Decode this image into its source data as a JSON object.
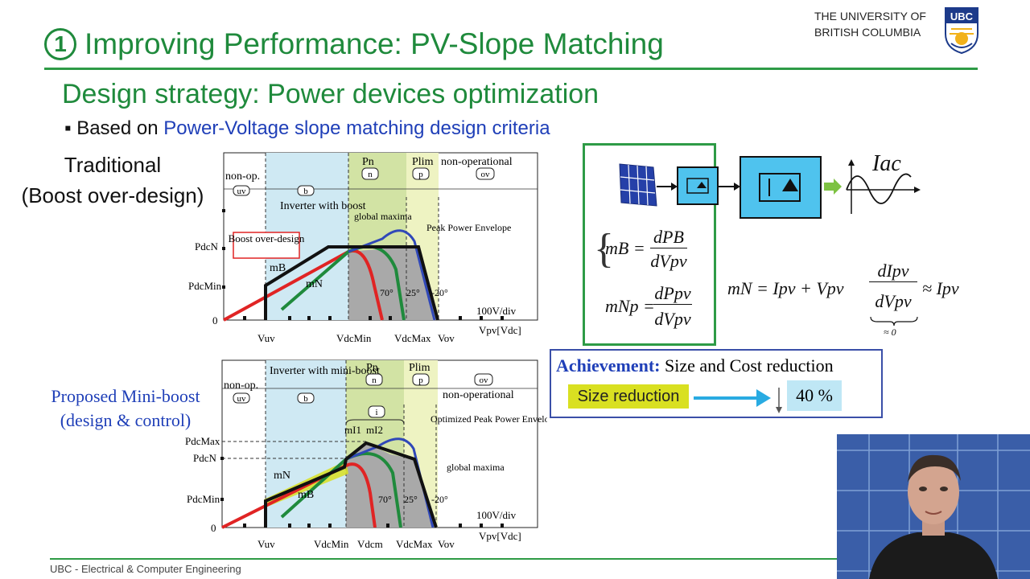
{
  "slide": {
    "number": "1",
    "title": "Improving Performance: PV-Slope Matching",
    "university_line1": "THE UNIVERSITY OF",
    "university_line2": "BRITISH COLUMBIA",
    "logo_text": "UBC",
    "subtitle": "Design strategy: Power devices optimization",
    "bullet_prefix": "Based on ",
    "bullet_highlight": "Power-Voltage slope matching  design criteria",
    "traditional_line1": "Traditional",
    "traditional_line2": "(Boost over-design)",
    "proposed_line1": "Proposed Mini-boost",
    "proposed_line2": "(design & control)",
    "footer": "UBC - Electrical & Computer Engineering"
  },
  "top_chart": {
    "regions": [
      "non-op.",
      "Inverter with boost",
      "Pn",
      "Plim",
      "non-operational"
    ],
    "region_tags": [
      "uv",
      "b",
      "n",
      "p",
      "ov"
    ],
    "y_labels": [
      "PdcN",
      "PdcMin",
      "0"
    ],
    "x_labels": [
      "Vuv",
      "VdcMin",
      "VdcMax",
      "Vov"
    ],
    "axis_label": "Vpv[Vdc]",
    "div_label": "100V/div",
    "annotations": [
      "Boost over-design",
      "mB",
      "mN",
      "global maxima",
      "Peak Power Envelope",
      "70°",
      "25°",
      "-20°"
    ]
  },
  "bottom_chart": {
    "regions": [
      "non-op.",
      "Inverter with mini-boost",
      "Pn",
      "Plim",
      "non-operational"
    ],
    "region_tags": [
      "uv",
      "b",
      "n",
      "p",
      "ov",
      "i"
    ],
    "y_labels": [
      "PdcMax",
      "PdcN",
      "PdcMin",
      "0"
    ],
    "x_labels": [
      "Vuv",
      "VdcMin",
      "Vdcm",
      "VdcMax",
      "Vov"
    ],
    "axis_label": "Vpv[Vdc]",
    "div_label": "100V/div",
    "annotations": [
      "mI1",
      "mI2",
      "Optimized Peak Power Envelope",
      "global maxima",
      "mN",
      "mB",
      "70°",
      "25°",
      "-20°"
    ]
  },
  "equations": {
    "iac": "Iac",
    "mB_lhs": "mB =",
    "mB_num": "dPB",
    "mB_den": "dVpv",
    "mNp_lhs": "mNp =",
    "mNp_num": "dPpv",
    "mNp_den": "dVpv",
    "mN_eq_lhs": "mN = Ipv + Vpv",
    "mN_frac_num": "dIpv",
    "mN_frac_den": "dVpv",
    "mN_eq_rhs": "≈ Ipv",
    "approx_zero": "≈ 0"
  },
  "achievement": {
    "label": "Achievement:",
    "text": "Size and Cost reduction",
    "size_reduction": "Size reduction",
    "percent": "40 %"
  },
  "colors": {
    "green": "#1f8a3c",
    "blue": "#1f3fb8",
    "cyan_region": "#cfe9f3",
    "green_region": "#d2e3a4",
    "yellow_region": "#eef3c2",
    "gray_fill": "#a9a9a9"
  }
}
